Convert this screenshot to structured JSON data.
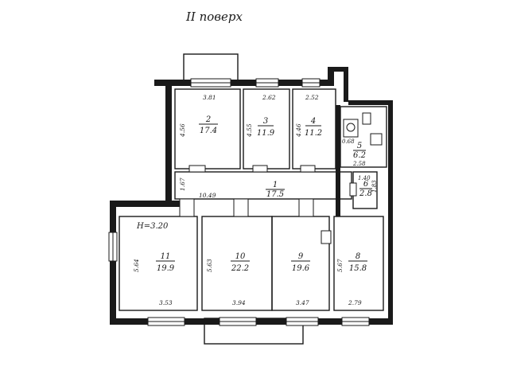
{
  "title": "II поверх",
  "height_label": "H=3.20",
  "rooms": [
    {
      "num": "1",
      "area": "17.5"
    },
    {
      "num": "2",
      "area": "17.4"
    },
    {
      "num": "3",
      "area": "11.9"
    },
    {
      "num": "4",
      "area": "11.2"
    },
    {
      "num": "5",
      "area": "6.2"
    },
    {
      "num": "6",
      "area": "2.8"
    },
    {
      "num": "8",
      "area": "15.8"
    },
    {
      "num": "9",
      "area": "19.6"
    },
    {
      "num": "10",
      "area": "22.2"
    },
    {
      "num": "11",
      "area": "19.9"
    }
  ],
  "dims": {
    "r2_w": "3.81",
    "r2_h": "4.56",
    "r3_w": "2.62",
    "r3_h": "4.55",
    "r4_w": "2.52",
    "r4_h": "4.46",
    "r5_a": "0.68",
    "r5_b": "2.58",
    "r6_w": "1.40",
    "r6_h": "1.83",
    "r1_w": "10.49",
    "r1_h": "1.67",
    "r11_w": "3.53",
    "r11_h": "5.64",
    "r10_w": "3.94",
    "r10_h": "5.63",
    "r9_w": "3.47",
    "r8_w": "2.79",
    "r8_h": "5.67"
  }
}
